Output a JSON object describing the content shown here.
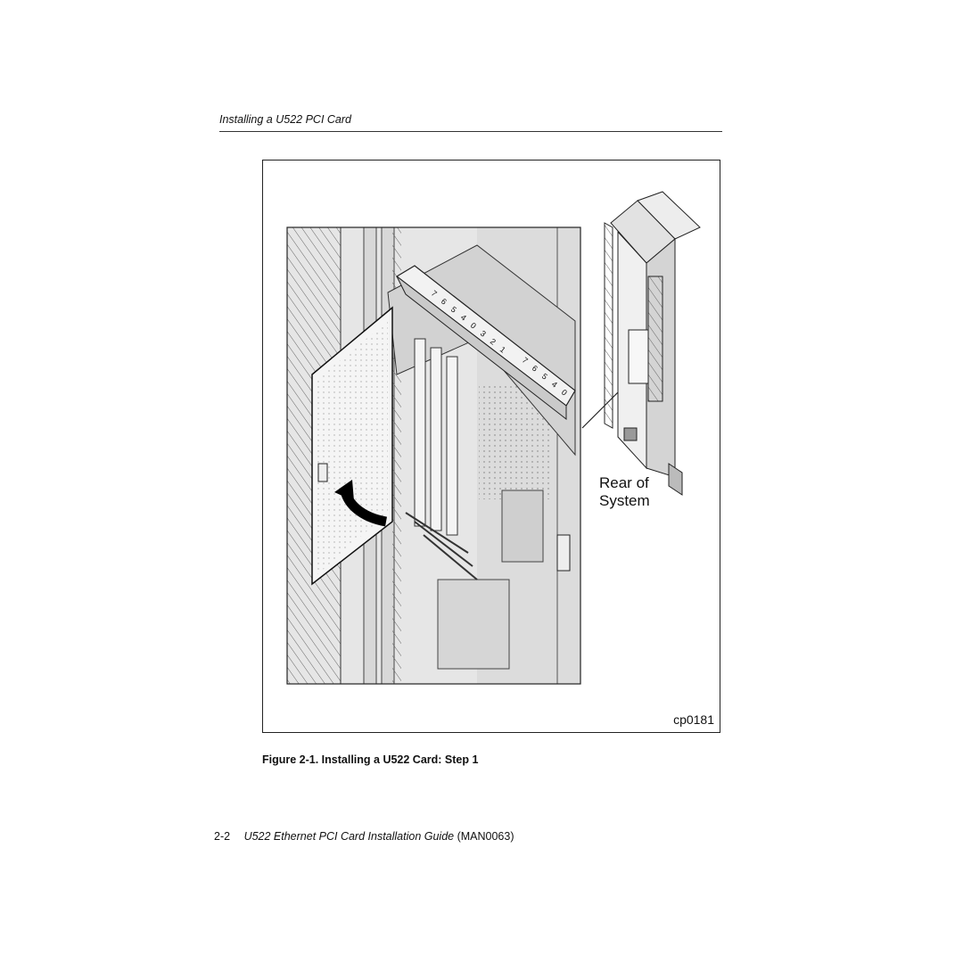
{
  "header": {
    "running_head": "Installing a U522 PCI Card"
  },
  "figure": {
    "label_rear_line1": "Rear of",
    "label_rear_line2": "System",
    "figure_id": "cp0181",
    "slot_numbers_upper": [
      "7",
      "6",
      "5",
      "4",
      "0",
      "3",
      "2",
      "1"
    ],
    "slot_numbers_lower": [
      "7",
      "6",
      "5",
      "4",
      "0"
    ],
    "caption": "Figure 2-1. Installing a U522 Card: Step 1"
  },
  "footer": {
    "page_number": "2-2",
    "doc_title": "U522 Ethernet  PCI Card Installation Guide",
    "doc_code": "(MAN0063)"
  }
}
